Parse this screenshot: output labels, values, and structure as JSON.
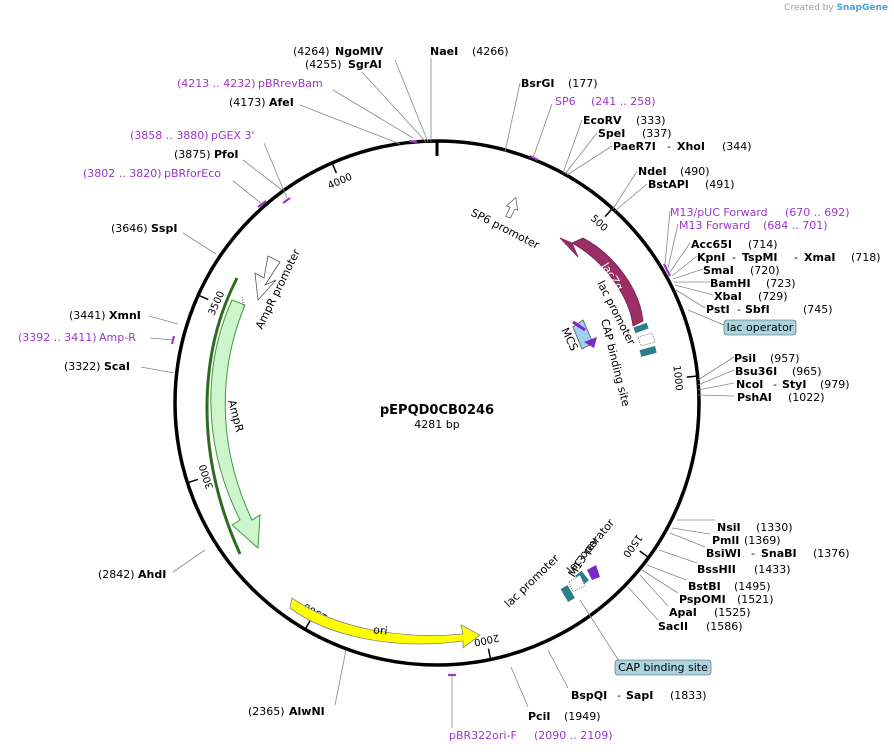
{
  "brand": {
    "created_by": "Created by",
    "name": "SnapGene"
  },
  "plasmid": {
    "name": "pEPQD0CB0246",
    "size_label": "4281 bp",
    "length": 4281
  },
  "ticks": [
    500,
    1000,
    1500,
    2000,
    2500,
    3000,
    3500,
    4000
  ],
  "tick_labels": [
    "500",
    "1000",
    "1500",
    "2000",
    "2500",
    "3000",
    "3500",
    "4000"
  ],
  "sites": [
    {
      "name": "NaeI",
      "pos": "(4266)"
    },
    {
      "name": "NgoMIV",
      "pos": "(4264)"
    },
    {
      "name": "SgrAI",
      "pos": "(4255)"
    },
    {
      "name": "AfeI",
      "pos": "(4173)"
    },
    {
      "name": "PfoI",
      "pos": "(3875)"
    },
    {
      "name": "SspI",
      "pos": "(3646)"
    },
    {
      "name": "XmnI",
      "pos": "(3441)"
    },
    {
      "name": "ScaI",
      "pos": "(3322)"
    },
    {
      "name": "AhdI",
      "pos": "(2842)"
    },
    {
      "name": "AlwNI",
      "pos": "(2365)"
    },
    {
      "name": "PciI",
      "pos": "(1949)"
    },
    {
      "name": "BspQI",
      "sep": "-",
      "name2": "SapI",
      "pos": "(1833)"
    },
    {
      "name": "SacII",
      "pos": "(1586)"
    },
    {
      "name": "ApaI",
      "pos": "(1525)"
    },
    {
      "name": "PspOMI",
      "pos": "(1521)"
    },
    {
      "name": "BstBI",
      "pos": "(1495)"
    },
    {
      "name": "BssHII",
      "pos": "(1433)"
    },
    {
      "name": "BsiWI",
      "sep": "-",
      "name2": "SnaBI",
      "pos": "(1376)"
    },
    {
      "name": "PmlI",
      "pos": "(1369)"
    },
    {
      "name": "NsiI",
      "pos": "(1330)"
    },
    {
      "name": "PshAI",
      "pos": "(1022)"
    },
    {
      "name": "NcoI",
      "sep": "-",
      "name2": "StyI",
      "pos": "(979)"
    },
    {
      "name": "Bsu36I",
      "pos": "(965)"
    },
    {
      "name": "PsiI",
      "pos": "(957)"
    },
    {
      "name": "PstI",
      "sep": "-",
      "name2": "SbfI",
      "pos": "(745)"
    },
    {
      "name": "XbaI",
      "pos": "(729)"
    },
    {
      "name": "BamHI",
      "pos": "(723)"
    },
    {
      "name": "SmaI",
      "pos": "(720)"
    },
    {
      "name": "KpnI",
      "sep": "-",
      "name2": "TspMI",
      "sep2": "-",
      "name3": "XmaI",
      "pos": "(718)"
    },
    {
      "name": "Acc65I",
      "pos": "(714)"
    },
    {
      "name": "BstAPI",
      "pos": "(491)"
    },
    {
      "name": "NdeI",
      "pos": "(490)"
    },
    {
      "name": "PaeR7I",
      "sep": "-",
      "name2": "XhoI",
      "pos": "(344)"
    },
    {
      "name": "SpeI",
      "pos": "(337)"
    },
    {
      "name": "EcoRV",
      "pos": "(333)"
    },
    {
      "name": "BsrGI",
      "pos": "(177)"
    }
  ],
  "primers": [
    {
      "name": "pBRrevBam",
      "range": "(4213 .. 4232)"
    },
    {
      "name": "pGEX 3'",
      "range": "(3858 .. 3880)"
    },
    {
      "name": "pBRforEco",
      "range": "(3802 .. 3820)"
    },
    {
      "name": "Amp-R",
      "range": "(3392 .. 3411)"
    },
    {
      "name": "pBR322ori-F",
      "range": "(2090 .. 2109)"
    },
    {
      "name": "SP6",
      "range": "(241 .. 258)"
    },
    {
      "name": "M13/pUC Forward",
      "range": "(670 .. 692)"
    },
    {
      "name": "M13 Forward",
      "range": "(684 .. 701)"
    }
  ],
  "features": {
    "lacZa": "lacZα",
    "lac_promoter_top": "lac promoter",
    "cap_top": "CAP binding site",
    "mcs": "MCS",
    "sp6_promoter": "SP6 promoter",
    "lac_operator_box": "lac operator",
    "ampr_promoter": "AmpR promoter",
    "ampr": "AmpR",
    "ori": "ori",
    "lac_operator_bottom": "lac operator",
    "lac_promoter_bottom": "lac promoter",
    "m13_rev": "M13 rev",
    "cap_box": "CAP binding site"
  },
  "colors": {
    "backbone": "#000000",
    "primer": "#9c36c8",
    "lacZa": "#9b2e64",
    "ampr": "#ccf5cc",
    "ori": "#ffff00",
    "feature_box": "#a9d4e0",
    "lac_operator": "#2e7d8c",
    "mcs": "#a0d0f0"
  }
}
